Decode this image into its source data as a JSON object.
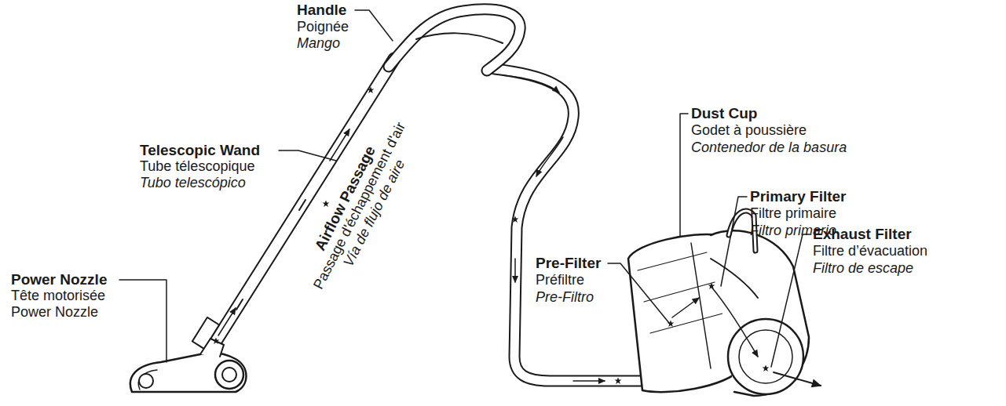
{
  "diagram": {
    "labels": [
      "Handle",
      "Poignée",
      "Mango",
      "Telescopic Wand",
      "Tube télescopique",
      "Tubo telescópico",
      "Airflow Passage",
      "Passage d'échappement d'air",
      "Vía de flujo de aire",
      "Power Nozzle",
      "Tête motorisée",
      "Power Nozzle",
      "Dust Cup",
      "Godet à poussière",
      "Contenedor de la basura",
      "Primary Filter",
      "Filtre primaire",
      "Filtro primario",
      "Pre-Filter",
      "Préfiltre",
      "Pre-Filtro",
      "Exhaust Filter",
      "Filtre d’évacuation",
      "Filtro de escape"
    ]
  }
}
